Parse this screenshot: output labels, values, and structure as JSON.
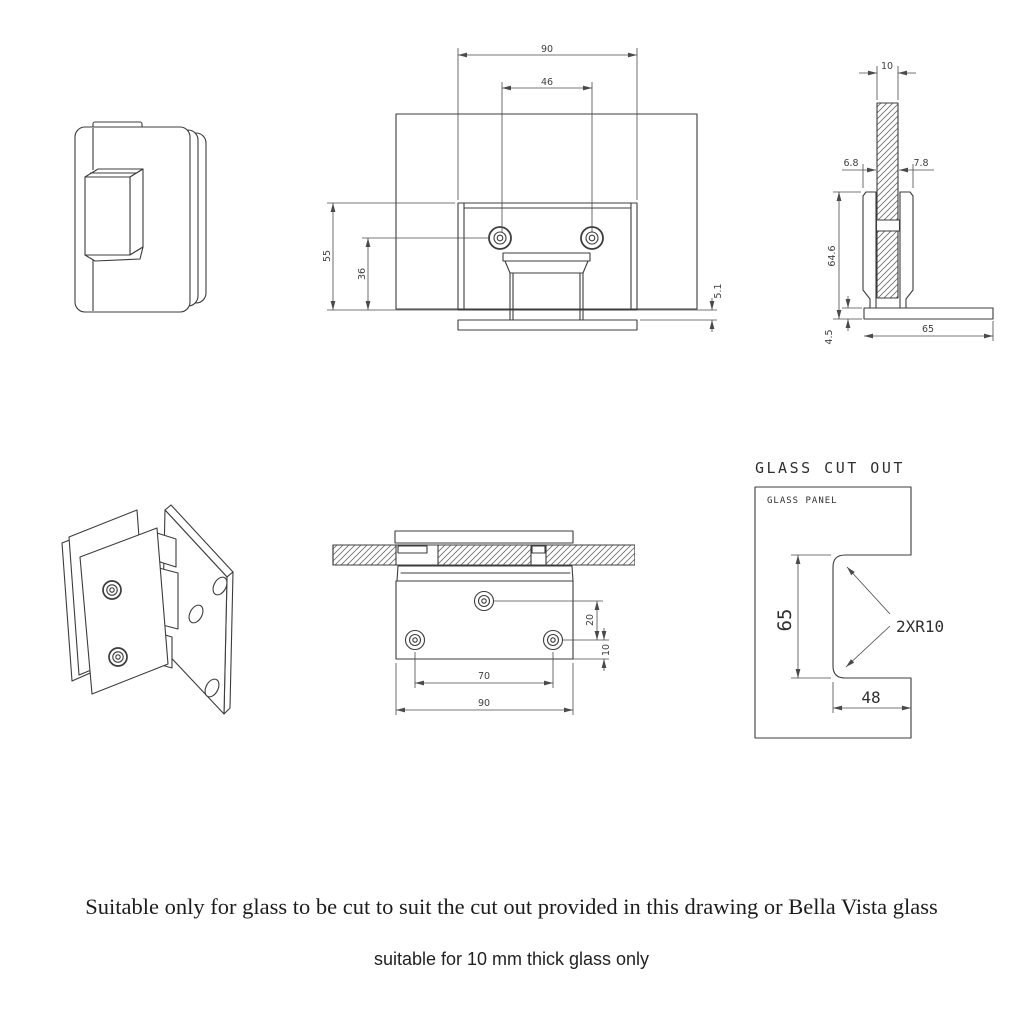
{
  "views": {
    "front": {
      "dim_width": "90",
      "dim_hole_spacing": "46",
      "dim_height": "55",
      "dim_hole_height": "36",
      "dim_plate_gap": "5.1"
    },
    "side": {
      "dim_glass_thickness": "10",
      "dim_left_offset": "6.8",
      "dim_right_offset": "7.8",
      "dim_clamp_height": "64.6",
      "dim_base_thickness": "4.5",
      "dim_base_width": "65"
    },
    "plan": {
      "dim_hole_vertical": "20",
      "dim_hole_edge": "10",
      "dim_hole_spacing": "70",
      "dim_width": "90"
    },
    "cutout": {
      "title": "GLASS CUT OUT",
      "panel_label": "GLASS PANEL",
      "dim_height": "65",
      "dim_depth": "48",
      "dim_radius": "2XR10"
    }
  },
  "notes": {
    "line1": "Suitable only for glass to be cut to suit the cut out provided in this drawing or Bella Vista glass",
    "line2": "suitable for 10 mm thick glass only"
  },
  "colors": {
    "line": "#3c3c3c",
    "dimension": "#4a4a4a",
    "text": "#1c1c1c",
    "background": "#ffffff"
  }
}
